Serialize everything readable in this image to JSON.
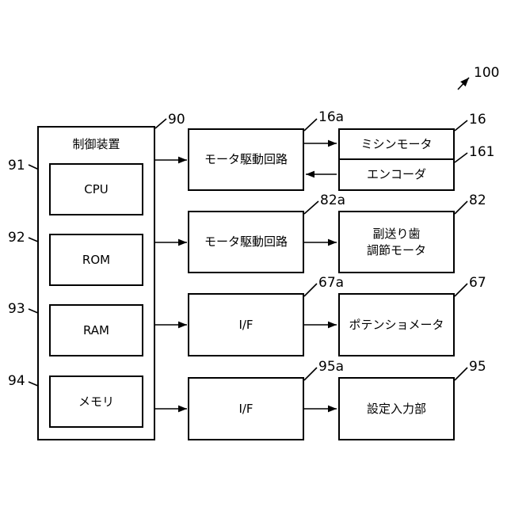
{
  "figure_ref": "100",
  "controller": {
    "title": "制御装置",
    "ref": "90",
    "blocks": [
      {
        "label": "CPU",
        "ref": "91"
      },
      {
        "label": "ROM",
        "ref": "92"
      },
      {
        "label": "RAM",
        "ref": "93"
      },
      {
        "label": "メモリ",
        "ref": "94"
      }
    ]
  },
  "middle": [
    {
      "label": "モータ駆動回路",
      "ref": "16a"
    },
    {
      "label": "モータ駆動回路",
      "ref": "82a"
    },
    {
      "label": "I/F",
      "ref": "67a"
    },
    {
      "label": "I/F",
      "ref": "95a"
    }
  ],
  "right": [
    {
      "label": "ミシンモータ",
      "ref": "16"
    },
    {
      "label": "エンコーダ",
      "ref": "161"
    },
    {
      "label_line1": "副送り歯",
      "label_line2": "調節モータ",
      "ref": "82"
    },
    {
      "label": "ポテンショメータ",
      "ref": "67"
    },
    {
      "label": "設定入力部",
      "ref": "95"
    }
  ]
}
